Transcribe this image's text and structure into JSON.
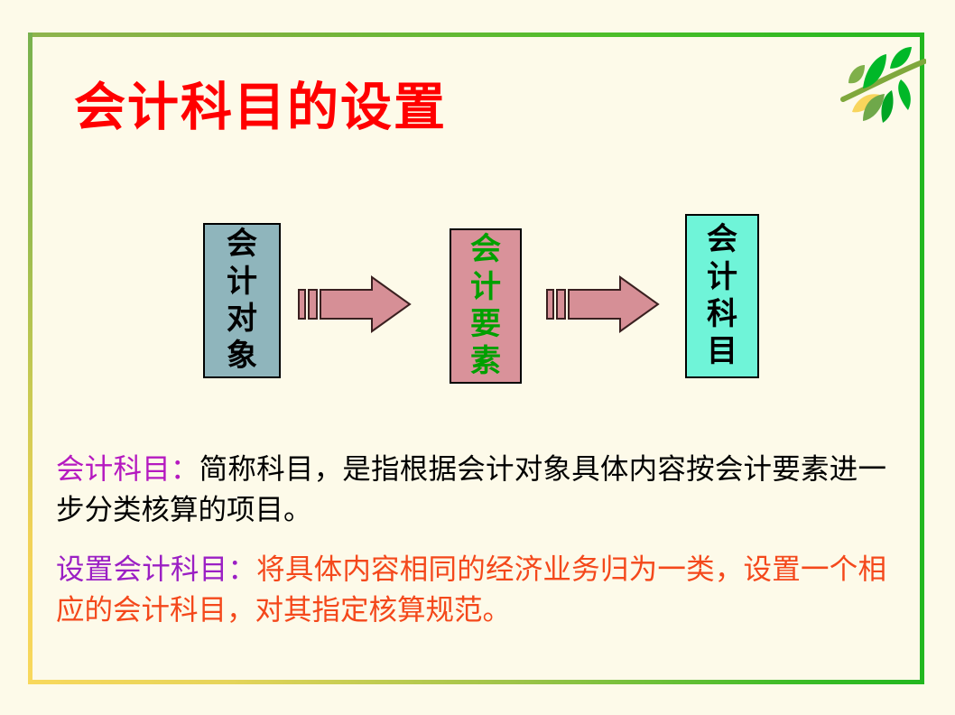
{
  "slide": {
    "background_color": "#FDFAE9",
    "title": "会计科目的设置",
    "title_color": "#FF0000"
  },
  "ornament": {
    "name": "leaf-branch-ornament",
    "leaf_colors": [
      "#00B828",
      "#00A524",
      "#7FB04A",
      "#F8D55C"
    ],
    "stem_color": "#7FA83C"
  },
  "frame": {
    "top_gradient": "#8FB44E -> #22B71F",
    "right_color": "#22B71F",
    "bottom_gradient": "#F8D85C -> #22B71F",
    "left_gradient": "#78B14E -> #F8D85C"
  },
  "diagram": {
    "type": "flow",
    "boxes": [
      {
        "id": "accounting-object",
        "text": "会计对象",
        "chars": [
          "会",
          "计",
          "对",
          "象"
        ],
        "fill": "#8FB5BC",
        "text_color": "#000000",
        "border_color": "#000000"
      },
      {
        "id": "accounting-element",
        "text": "会计要素",
        "chars": [
          "会",
          "计",
          "要",
          "素"
        ],
        "fill": "#D9929A",
        "text_color": "#00A000",
        "border_color": "#000000"
      },
      {
        "id": "accounting-subject",
        "text": "会计科目",
        "chars": [
          "会",
          "计",
          "科",
          "目"
        ],
        "fill": "#6FF4D8",
        "text_color": "#000000",
        "border_color": "#000000"
      }
    ],
    "arrows": [
      {
        "id": "arrow-object-to-element",
        "fill": "#D68F96",
        "outline": "#3A2020",
        "direction": "right"
      },
      {
        "id": "arrow-element-to-subject",
        "fill": "#D68F96",
        "outline": "#3A2020",
        "direction": "right"
      }
    ]
  },
  "content": {
    "paragraphs": [
      {
        "id": "definition-accounting-subject",
        "lead": "会计科目：",
        "lead_color": "#B519C0",
        "body": "简称科目，是指根据会计对象具体内容按会计要素进一步分类核算的项目。",
        "body_color": "#000000"
      },
      {
        "id": "definition-setting-subject",
        "lead": "设置会计科目：",
        "lead_color": "#9B1FC4",
        "body": "将具体内容相同的经济业务归为一类，设置一个相应的会计科目，对其指定核算规范。",
        "body_color": "#F4481B"
      }
    ]
  }
}
